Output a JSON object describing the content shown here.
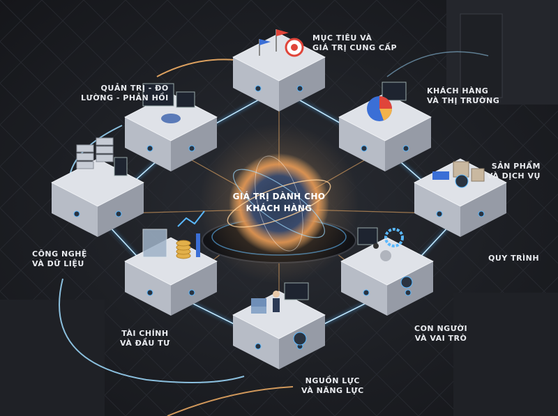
{
  "center": {
    "line1": "GIÁ TRỊ DÀNH CHO",
    "line2": "KHÁCH HÀNG"
  },
  "nodes": [
    {
      "id": "goals",
      "line1": "MỤC TIÊU VÀ",
      "line2": "GIÁ TRỊ CUNG CẤP",
      "icon": "flag-target-icon"
    },
    {
      "id": "customers",
      "line1": "KHÁCH HÀNG",
      "line2": "VÀ THỊ TRƯỜNG",
      "icon": "pie-chart-icon"
    },
    {
      "id": "products",
      "line1": "SẢN PHẨM",
      "line2": "VÀ DỊCH VỤ",
      "icon": "package-truck-icon"
    },
    {
      "id": "process",
      "line1": "QUY TRÌNH",
      "line2": "",
      "icon": "gear-icon"
    },
    {
      "id": "people",
      "line1": "CON NGƯỜI",
      "line2": "VÀ VAI TRÒ",
      "icon": "user-icon"
    },
    {
      "id": "resources",
      "line1": "NGUỒN LỰC",
      "line2": "VÀ NĂNG LỰC",
      "icon": "team-icon"
    },
    {
      "id": "finance",
      "line1": "TÀI CHÍNH",
      "line2": "VÀ ĐẦU TƯ",
      "icon": "coins-icon"
    },
    {
      "id": "tech",
      "line1": "CÔNG NGHỆ",
      "line2": "VÀ DỮ LIỆU",
      "icon": "server-icon"
    },
    {
      "id": "governance",
      "line1": "QUẢN TRỊ - ĐO",
      "line2": "LƯỜNG - PHẢN HỒI",
      "icon": "dashboard-icon"
    }
  ],
  "colors": {
    "accent_blue": "#5ab8ff",
    "accent_orange": "#ffb86a",
    "block_top": "#dfe2e8",
    "block_side": "#a9aeb8"
  }
}
